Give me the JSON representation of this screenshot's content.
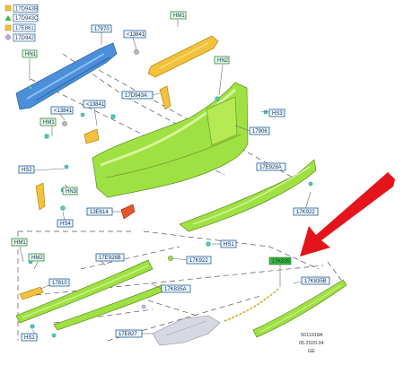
{
  "legend": [
    {
      "label": "17D943B",
      "shape": "square",
      "color": "#f2c23c"
    },
    {
      "label": "17D943C",
      "shape": "triangle",
      "color": "#3bb54a"
    },
    {
      "label": "17E861",
      "shape": "square",
      "color": "#f2c23c"
    },
    {
      "label": "17D942",
      "shape": "diamond",
      "color": "#b9a7e0"
    }
  ],
  "callouts": {
    "c17970": "17970",
    "cHM1top": "HM1",
    "c13841a": "<13841",
    "cHN1": "HN1",
    "cHN2": "HN2",
    "c17D943A": "17D943A",
    "cHS3": "HS3",
    "cHM1a": "HM1",
    "c13841b": "<13841",
    "c13841c": "<13841",
    "c17906": "17906",
    "cHS2": "HS2",
    "cHN3": "HN3",
    "c17E928A": "17E928A",
    "c13E614": "13E614",
    "cHS4": "HS4",
    "c17K922a": "17K922",
    "cHS1a": "HS1",
    "cHM1b": "HM1",
    "cHM2": "HM2",
    "c17E928B": "17E928B",
    "c17K922b": "17K922",
    "c17810": "17810",
    "c17K835A": "17K835A",
    "c17K835B": "17K835B",
    "c17K835green": "17K835",
    "cHS1b": "HS1",
    "c17E827": "17E827"
  },
  "footer": {
    "line1": "5011918A",
    "line2": "05.2020.34",
    "line3": "GE"
  },
  "colors": {
    "arrow": "#e3141b",
    "callout_border": "#1f5f9a",
    "green_part": "#9fe043",
    "blue_part": "#4a8fd8",
    "yellow_part": "#f2c23c"
  }
}
